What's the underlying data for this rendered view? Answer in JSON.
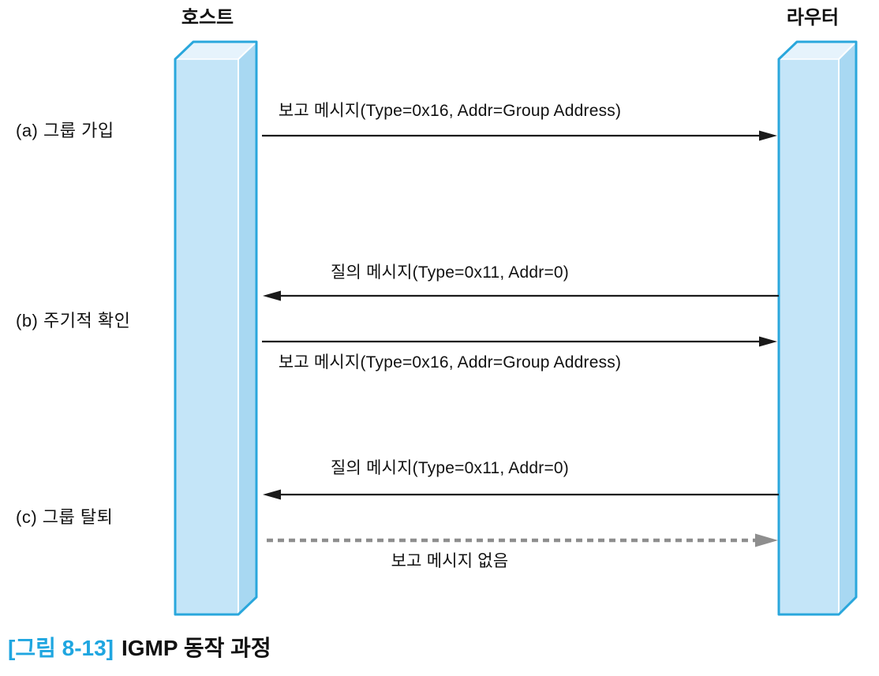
{
  "figure": {
    "actors": [
      {
        "role": "host",
        "name": "호스트"
      },
      {
        "role": "router",
        "name": "라우터"
      }
    ],
    "sections": [
      {
        "id": "a",
        "label": "(a) 그룹 가입",
        "messages": [
          {
            "text": "보고 메시지(Type=0x16, Addr=Group Address)",
            "from": "host",
            "to": "router",
            "style": "solid"
          }
        ]
      },
      {
        "id": "b",
        "label": "(b) 주기적 확인",
        "messages": [
          {
            "text": "질의 메시지(Type=0x11, Addr=0)",
            "from": "router",
            "to": "host",
            "style": "solid"
          },
          {
            "text": "보고 메시지(Type=0x16, Addr=Group Address)",
            "from": "host",
            "to": "router",
            "style": "solid"
          }
        ]
      },
      {
        "id": "c",
        "label": "(c) 그룹 탈퇴",
        "messages": [
          {
            "text": "질의 메시지(Type=0x11, Addr=0)",
            "from": "router",
            "to": "host",
            "style": "solid"
          },
          {
            "text": "보고 메시지 없음",
            "from": "host",
            "to": "router",
            "style": "dashed"
          }
        ]
      }
    ],
    "caption": {
      "tag": "[그림 8-13]",
      "title": "IGMP 동작 과정"
    },
    "colors": {
      "box_stroke": "#2aa7dc",
      "box_front": "#c4e5f8",
      "box_side": "#a8d8f2",
      "box_top": "#e6f3fc",
      "edge_highlight": "#ffffff",
      "arrow": "#1a1a1a",
      "dashed_arrow": "#8e8e8e",
      "caption_accent": "#1fa6e0",
      "text": "#111111"
    }
  }
}
